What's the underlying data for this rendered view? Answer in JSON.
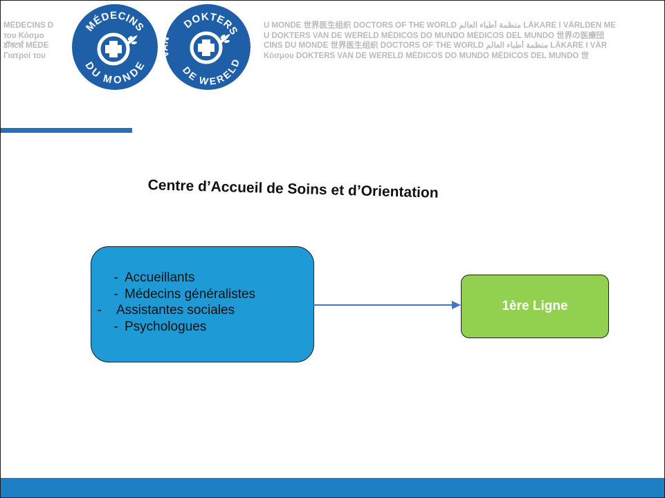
{
  "header": {
    "multilingual_left_lines": [
      "MÉDECINS D",
      "του Κόσμο",
      "डॉक्टर्स MÉDE",
      "Γιατροί του"
    ],
    "multilingual_right_lines": [
      "U MONDE 世界医生组织 DOCTORS OF THE WORLD منظمة أطباء العالم LÄKARE I VÄRLDEN ME",
      "U DOKTERS VAN DE WERELD MÉDICOS DO MUNDO MÉDICOS DEL MUNDO 世界の医療団",
      "CINS DU MONDE 世界医生组织 DOCTORS OF THE WORLD منظمة أطباء العالم LÄKARE I VÄR",
      "Κόσμου DOKTERS VAN DE WERELD MÉDICOS DO MUNDO MÉDICOS DEL MUNDO 世"
    ],
    "logo_left": {
      "top_text": "MÉDECINS",
      "bottom_text": "DU MONDE"
    },
    "logo_right": {
      "top_text": "DOKTERS",
      "left_text": "VAN",
      "bottom_text": "DE WERELD"
    }
  },
  "diagram": {
    "title": "Centre d’Accueil de Soins et d’Orientation",
    "source_box": {
      "items": [
        "Accueillants",
        "Médecins généralistes",
        "Assistantes sociales",
        "Psychologues"
      ],
      "bullet": "-"
    },
    "target_box": {
      "label": "1ère Ligne"
    }
  },
  "colors": {
    "brand_blue": "#1f5fa8",
    "source_box_fill": "#1e9ad6",
    "target_box_fill": "#92d050",
    "arrow": "#4472c4",
    "footer_bar": "#1f7fc4",
    "accent_underline": "#2a6fb3"
  }
}
